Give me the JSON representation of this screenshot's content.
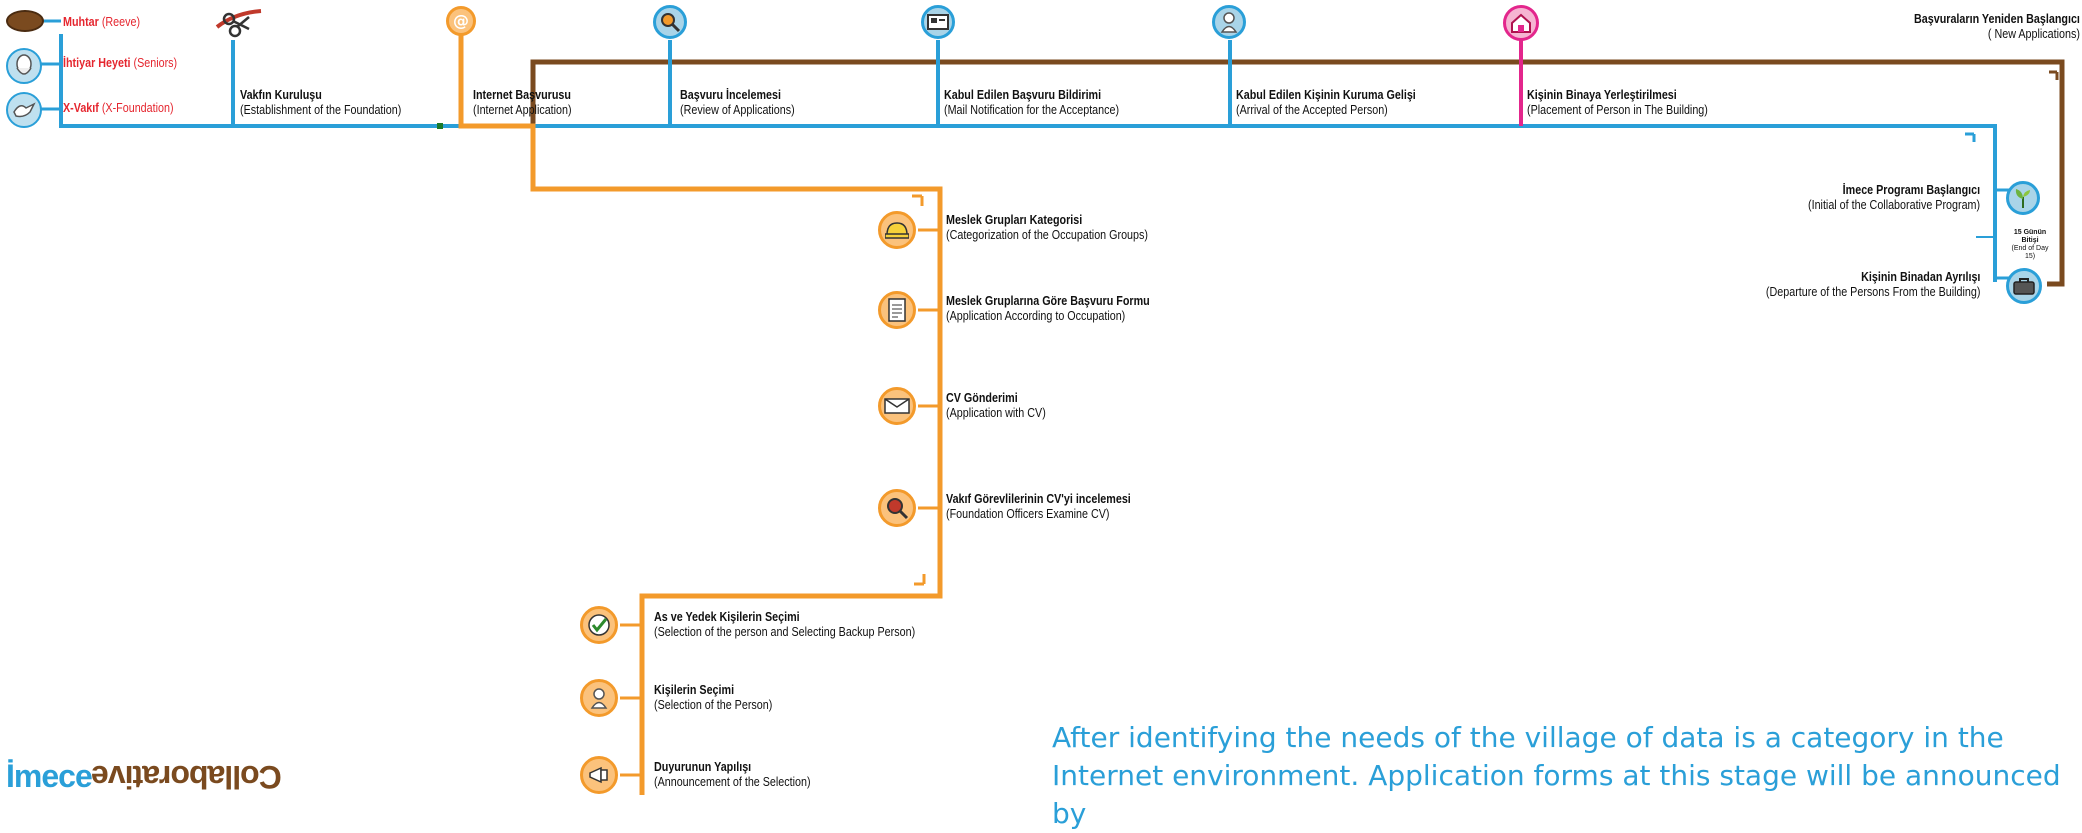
{
  "legend": [
    {
      "title": "Muhtar",
      "subtitle": "(Reeve)"
    },
    {
      "title": "İhtiyar Heyeti",
      "subtitle": "(Seniors)"
    },
    {
      "title": "X-Vakıf",
      "subtitle": "(X-Foundation)"
    }
  ],
  "timeline": [
    {
      "title": "Vakfın Kuruluşu",
      "subtitle": "(Establishment of the Foundation)",
      "icon": "scissors-ribbon-icon"
    },
    {
      "title": "Internet Başvurusu",
      "subtitle": "(Internet Application)",
      "icon": "at-sign-icon"
    },
    {
      "title": "Başvuru İncelemesi",
      "subtitle": "(Review of Applications)",
      "icon": "magnifier-icon"
    },
    {
      "title": "Kabul Edilen Başvuru Bildirimi",
      "subtitle": "(Mail Notification for the Acceptance)",
      "icon": "id-card-icon"
    },
    {
      "title": "Kabul Edilen Kişinin Kuruma Gelişi",
      "subtitle": "(Arrival of the Accepted Person)",
      "icon": "person-icon"
    },
    {
      "title": "Kişinin Binaya Yerleştirilmesi",
      "subtitle": "(Placement of Person in The Building)",
      "icon": "house-icon"
    }
  ],
  "restart": {
    "title": "Başvuraların Yeniden Başlangıcı",
    "subtitle": "( New Applications)"
  },
  "program": {
    "title": "İmece Programı Başlangıcı",
    "subtitle": "(Initial of the Collaborative Program)",
    "icon": "plant-icon"
  },
  "day15": {
    "title": "15 Günün Bitişi",
    "subtitle": "(End of Day 15)"
  },
  "departure": {
    "title": "Kişinin Binadan Ayrılışı",
    "subtitle": "(Departure of the Persons From the Building)",
    "icon": "suitcase-icon"
  },
  "orange_steps": [
    {
      "title": "Meslek Grupları Kategorisi",
      "subtitle": "(Categorization of the Occupation Groups)",
      "icon": "hardhat-icon"
    },
    {
      "title": "Meslek Gruplarına Göre Başvuru Formu",
      "subtitle": "(Application According to Occupation)",
      "icon": "document-icon"
    },
    {
      "title": "CV Gönderimi",
      "subtitle": "(Application with CV)",
      "icon": "envelope-icon"
    },
    {
      "title": "Vakıf Görevlilerinin CV'yi incelemesi",
      "subtitle": "(Foundation Officers Examine CV)",
      "icon": "magnifier-icon"
    }
  ],
  "selection_steps": [
    {
      "title": "As ve Yedek Kişilerin Seçimi",
      "subtitle": "(Selection of the person and Selecting Backup Person)",
      "icon": "checkmark-icon"
    },
    {
      "title": "Kişilerin Seçimi",
      "subtitle": "(Selection of the Person)",
      "icon": "person-icon"
    },
    {
      "title": "Duyurunun Yapılışı",
      "subtitle": "(Announcement of the Selection)",
      "icon": "megaphone-icon"
    }
  ],
  "brand": {
    "part1": "İmece",
    "part2": "Collaborative"
  },
  "description": "After identifying the needs of the village of data is a category in the Internet environment. Application forms at this stage will be announced by",
  "colors": {
    "blue": "#2a9fd8",
    "orange": "#f39a2b",
    "brown": "#7a4a1f",
    "pink": "#e3268c",
    "red": "#e5262f"
  }
}
